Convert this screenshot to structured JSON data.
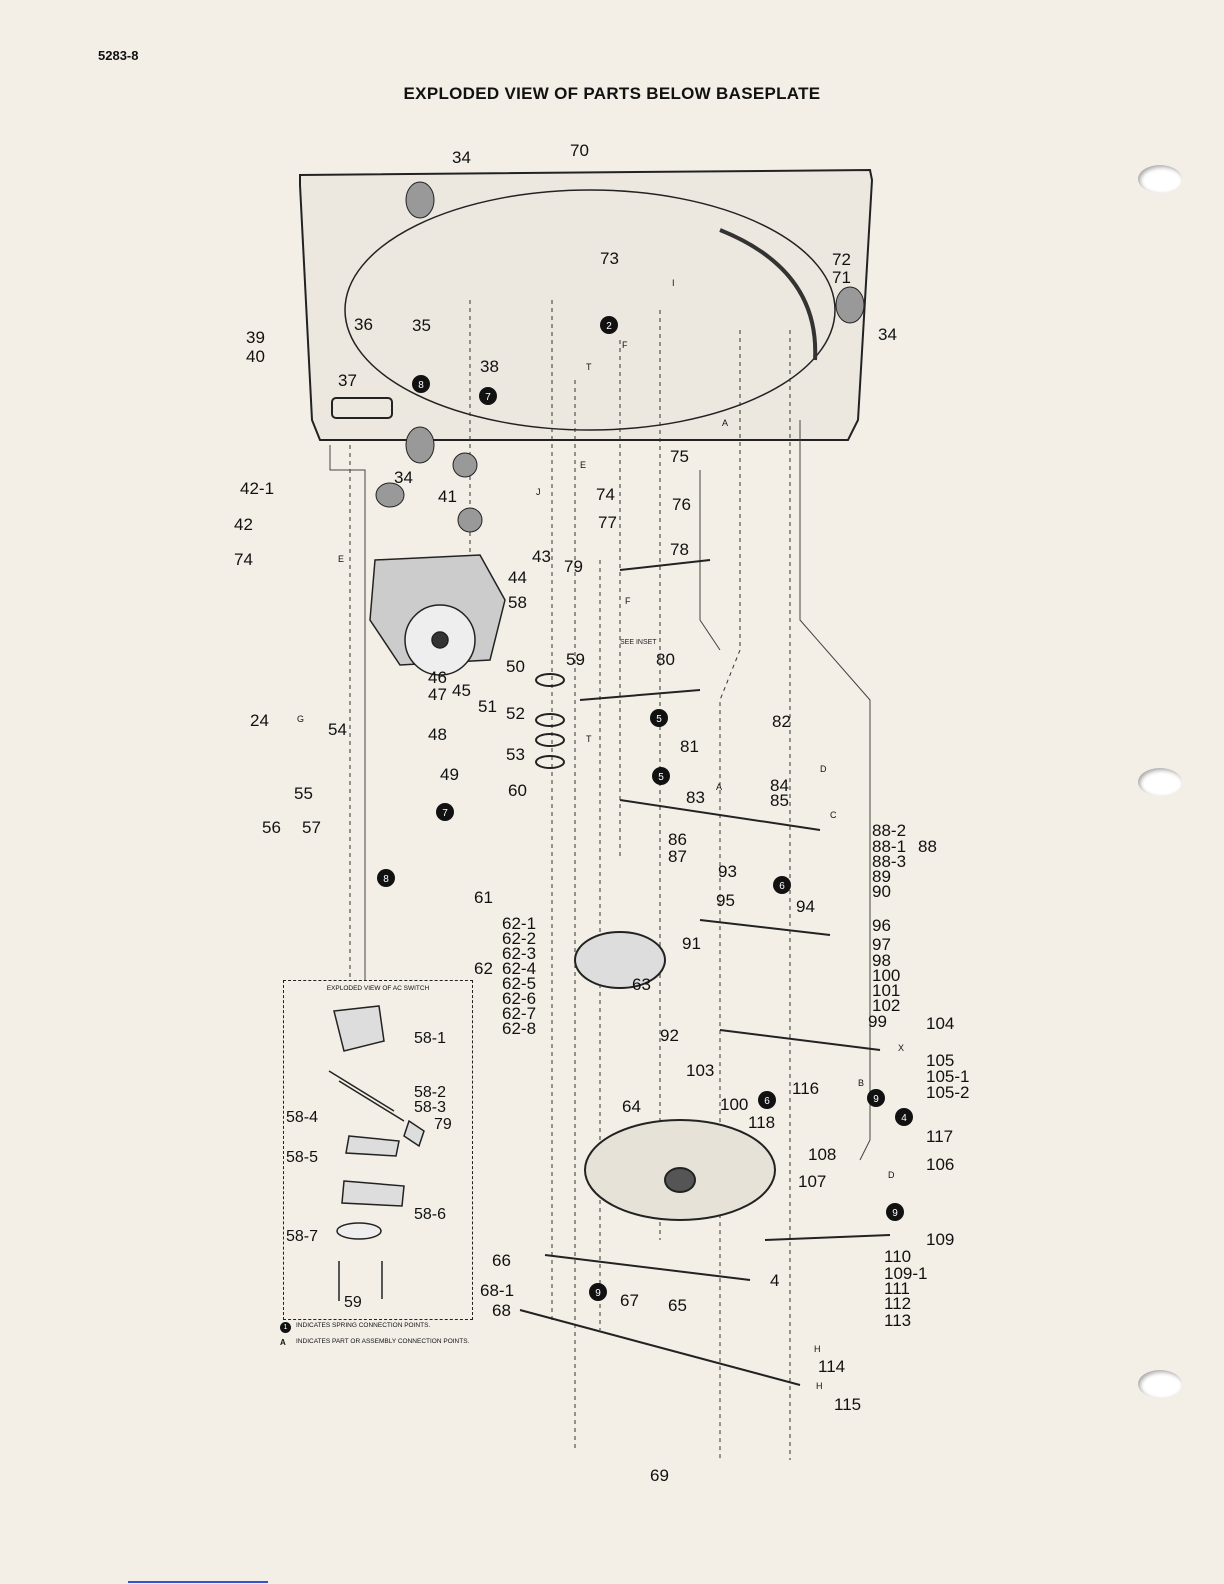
{
  "doc_number": "5283-8",
  "title": "EXPLODED VIEW OF PARTS BELOW BASEPLATE",
  "inset": {
    "title": "EXPLODED VIEW OF AC SWITCH",
    "labels": [
      "58-1",
      "58-2",
      "58-3",
      "58-4",
      "58-5",
      "79",
      "58-6",
      "58-7",
      "59"
    ]
  },
  "legend": [
    {
      "symbol": "1",
      "text": "INDICATES SPRING CONNECTION POINTS."
    },
    {
      "symbol": "A",
      "text": "INDICATES PART OR ASSEMBLY CONNECTION POINTS."
    }
  ],
  "see_inset": "SEE INSET",
  "part_labels": [
    "34",
    "70",
    "73",
    "72",
    "71",
    "34",
    "39",
    "40",
    "36",
    "35",
    "38",
    "37",
    "34",
    "42-1",
    "42",
    "74",
    "41",
    "43",
    "44",
    "75",
    "74",
    "76",
    "77",
    "78",
    "79",
    "58",
    "59",
    "80",
    "46",
    "47",
    "45",
    "50",
    "52",
    "51",
    "53",
    "48",
    "24",
    "54",
    "49",
    "55",
    "56",
    "57",
    "82",
    "81",
    "83",
    "84",
    "85",
    "60",
    "61",
    "86",
    "87",
    "93",
    "88-2",
    "88-1",
    "88-3",
    "88",
    "89",
    "90",
    "95",
    "94",
    "96",
    "91",
    "97",
    "98",
    "100",
    "101",
    "102",
    "62-1",
    "62-2",
    "62-3",
    "62-4",
    "62",
    "62-5",
    "62-6",
    "62-7",
    "62-8",
    "63",
    "99",
    "104",
    "92",
    "105",
    "105-1",
    "105-2",
    "103",
    "116",
    "100",
    "118",
    "64",
    "117",
    "108",
    "106",
    "107",
    "109",
    "110",
    "109-1",
    "66",
    "111",
    "68-1",
    "112",
    "65",
    "67",
    "4",
    "113",
    "68",
    "114",
    "115",
    "69"
  ],
  "connection_letters": [
    "E",
    "F",
    "T",
    "A",
    "J",
    "E",
    "I",
    "F",
    "G",
    "T",
    "A",
    "D",
    "C",
    "X",
    "B",
    "D",
    "H",
    "H"
  ],
  "spring_markers": [
    "2",
    "8",
    "7",
    "5",
    "5",
    "7",
    "8",
    "6",
    "6",
    "9",
    "4",
    "9",
    "9"
  ]
}
